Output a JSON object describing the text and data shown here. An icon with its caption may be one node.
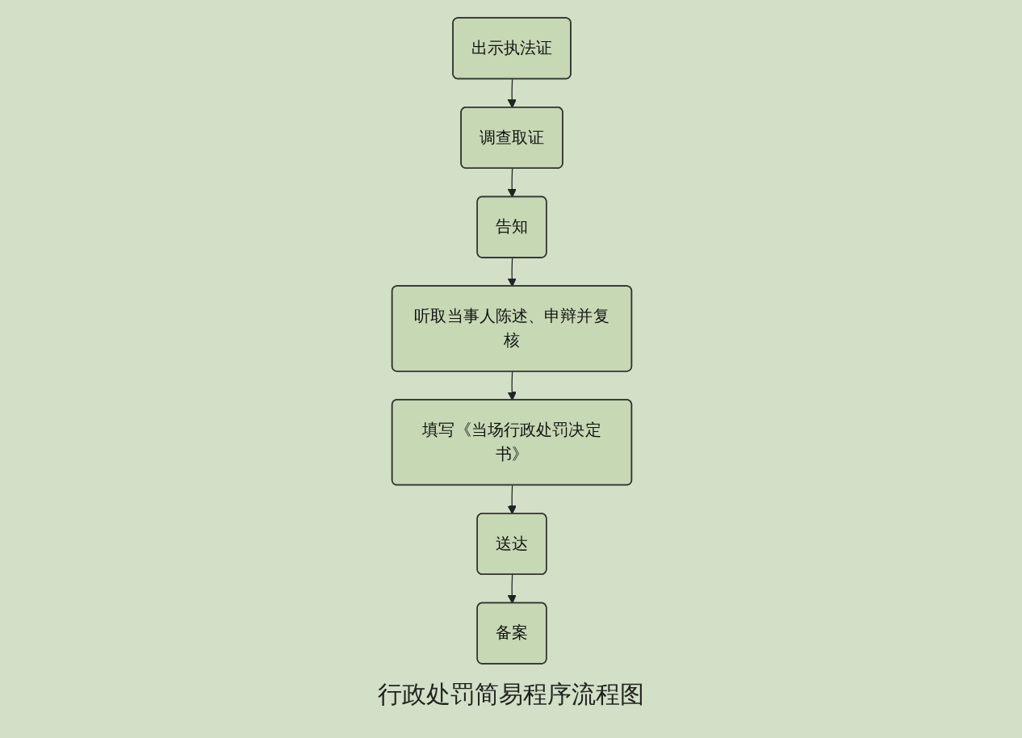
{
  "diagram": {
    "caption": "行政处罚简易程序流程图",
    "nodes": [
      {
        "text": [
          "出示执法证"
        ]
      },
      {
        "text": [
          "调查取证"
        ]
      },
      {
        "text": [
          "告知"
        ]
      },
      {
        "text": [
          "听取当事人陈述、申辩并复核"
        ]
      },
      {
        "text": [
          "填写《当场行政处罚决定书》"
        ]
      },
      {
        "text": [
          "送达"
        ]
      },
      {
        "text": [
          "备案"
        ]
      }
    ],
    "edges": [
      {
        "from": 0,
        "to": 1,
        "arrow": "to"
      },
      {
        "from": 1,
        "to": 2,
        "arrow": "to"
      },
      {
        "from": 2,
        "to": 3,
        "arrow": "to"
      },
      {
        "from": 3,
        "to": 4,
        "arrow": "to"
      },
      {
        "from": 4,
        "to": 5,
        "arrow": "to"
      },
      {
        "from": 5,
        "to": 6,
        "arrow": "to"
      }
    ]
  }
}
